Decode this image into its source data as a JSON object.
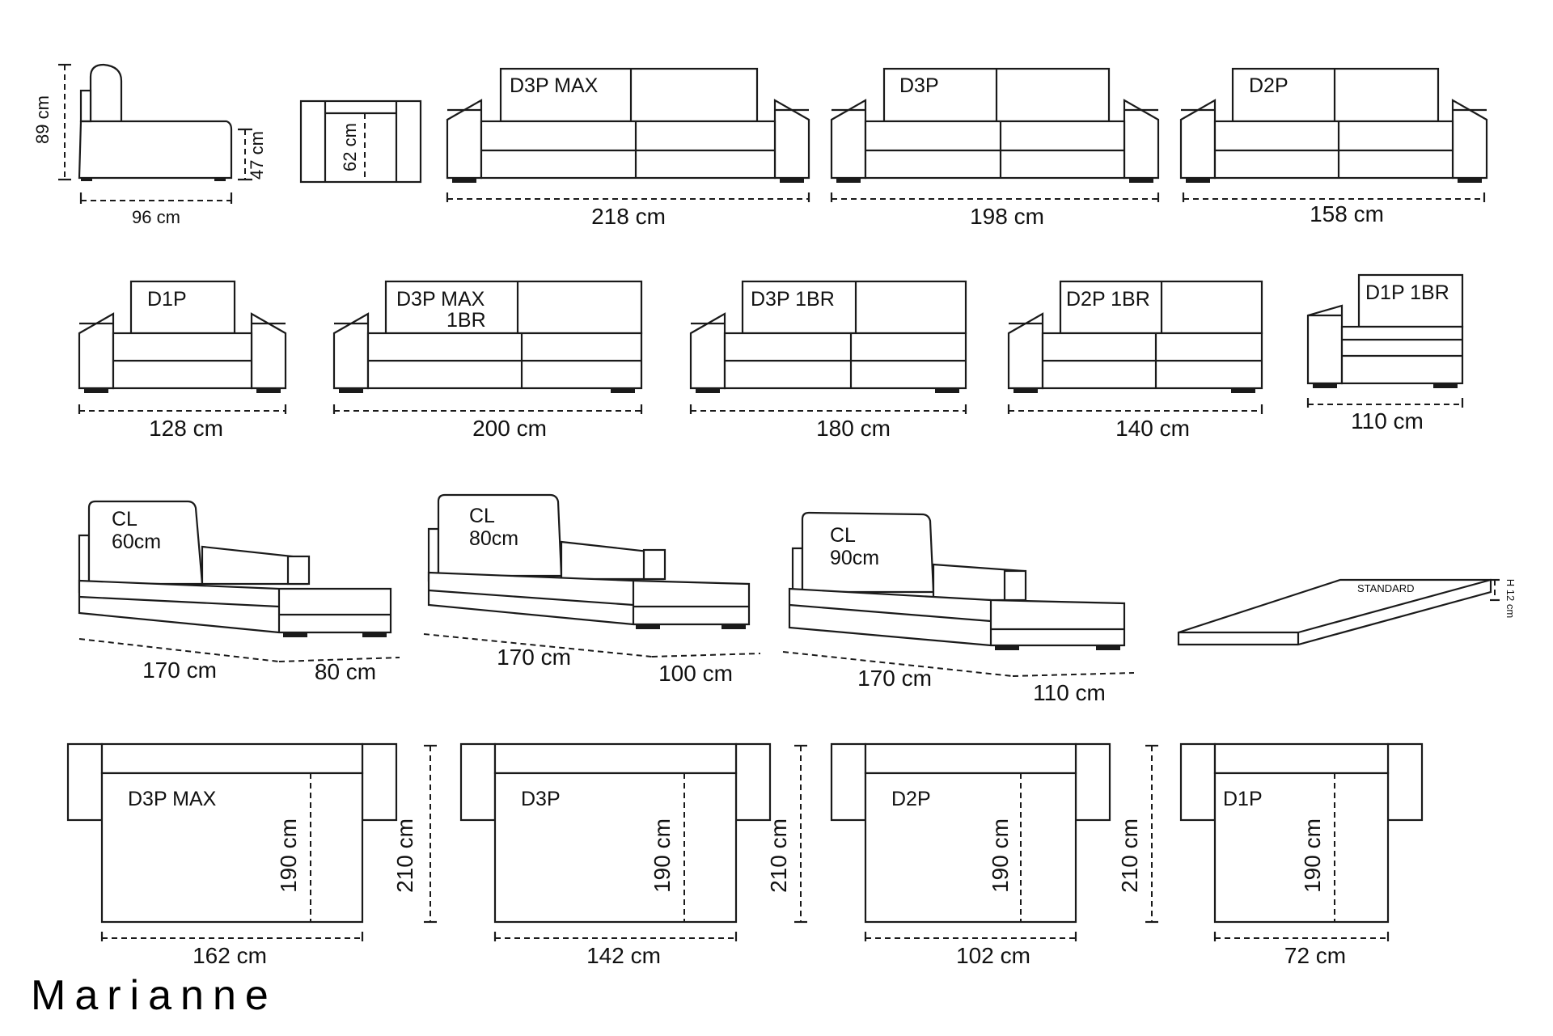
{
  "title": "Marianne",
  "side_view": {
    "height": "89 cm",
    "seat_height": "47 cm",
    "depth": "96 cm"
  },
  "arm_view": {
    "height": "62 cm"
  },
  "front_row1": [
    {
      "label": "D3P MAX",
      "width": "218 cm"
    },
    {
      "label": "D3P",
      "width": "198 cm"
    },
    {
      "label": "D2P",
      "width": "158 cm"
    }
  ],
  "front_row2": [
    {
      "label": "D1P",
      "width": "128 cm"
    },
    {
      "label": "D3P MAX",
      "label2": "1BR",
      "width": "200 cm"
    },
    {
      "label": "D3P 1BR",
      "width": "180 cm"
    },
    {
      "label": "D2P 1BR",
      "width": "140 cm"
    },
    {
      "label": "D1P 1BR",
      "width": "110 cm"
    }
  ],
  "chaise": [
    {
      "label": "CL",
      "size": "60cm",
      "length": "170 cm",
      "width": "80 cm"
    },
    {
      "label": "CL",
      "size": "80cm",
      "length": "170 cm",
      "width": "100 cm"
    },
    {
      "label": "CL",
      "size": "90cm",
      "length": "170 cm",
      "width": "110 cm"
    }
  ],
  "mattress": {
    "label": "STANDARD",
    "height": "H 12 cm"
  },
  "beds": [
    {
      "label": "D3P MAX",
      "bed_length": "190 cm",
      "total_length": "210 cm",
      "width": "162 cm"
    },
    {
      "label": "D3P",
      "bed_length": "190 cm",
      "total_length": "210 cm",
      "width": "142 cm"
    },
    {
      "label": "D2P",
      "bed_length": "190 cm",
      "total_length": "210 cm",
      "width": "102 cm"
    },
    {
      "label": "D1P",
      "bed_length": "190 cm",
      "total_length": "",
      "width": "72 cm"
    }
  ],
  "colors": {
    "line": "#1a1a1a",
    "background": "#ffffff"
  }
}
